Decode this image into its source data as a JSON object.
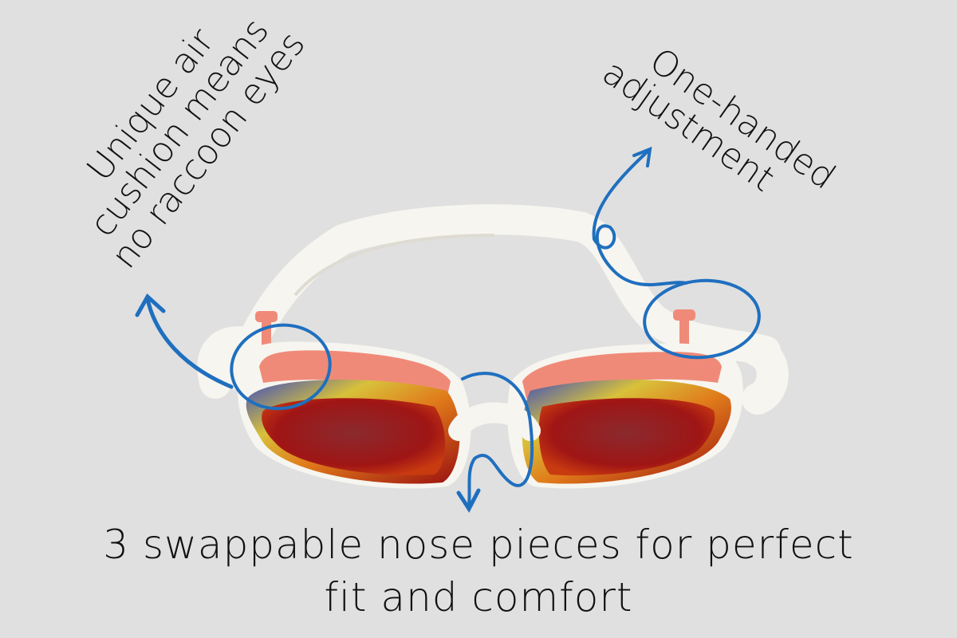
{
  "background_color": "#e0e0e0",
  "annotation_color": "#1f6fbf",
  "callouts": {
    "air_cushion": {
      "lines": [
        "Unique air",
        "cushion means",
        "no raccoon eyes"
      ]
    },
    "adjustment": {
      "lines": [
        "One-handed",
        "adjustment"
      ]
    },
    "nose_pieces": {
      "lines": [
        "3 swappable nose pieces for perfect",
        "fit and comfort"
      ]
    }
  },
  "product": {
    "name": "swim goggles",
    "strap_color": "#f7f5ef",
    "gasket_color": "#f08a78",
    "lens_color": "#b01818"
  }
}
